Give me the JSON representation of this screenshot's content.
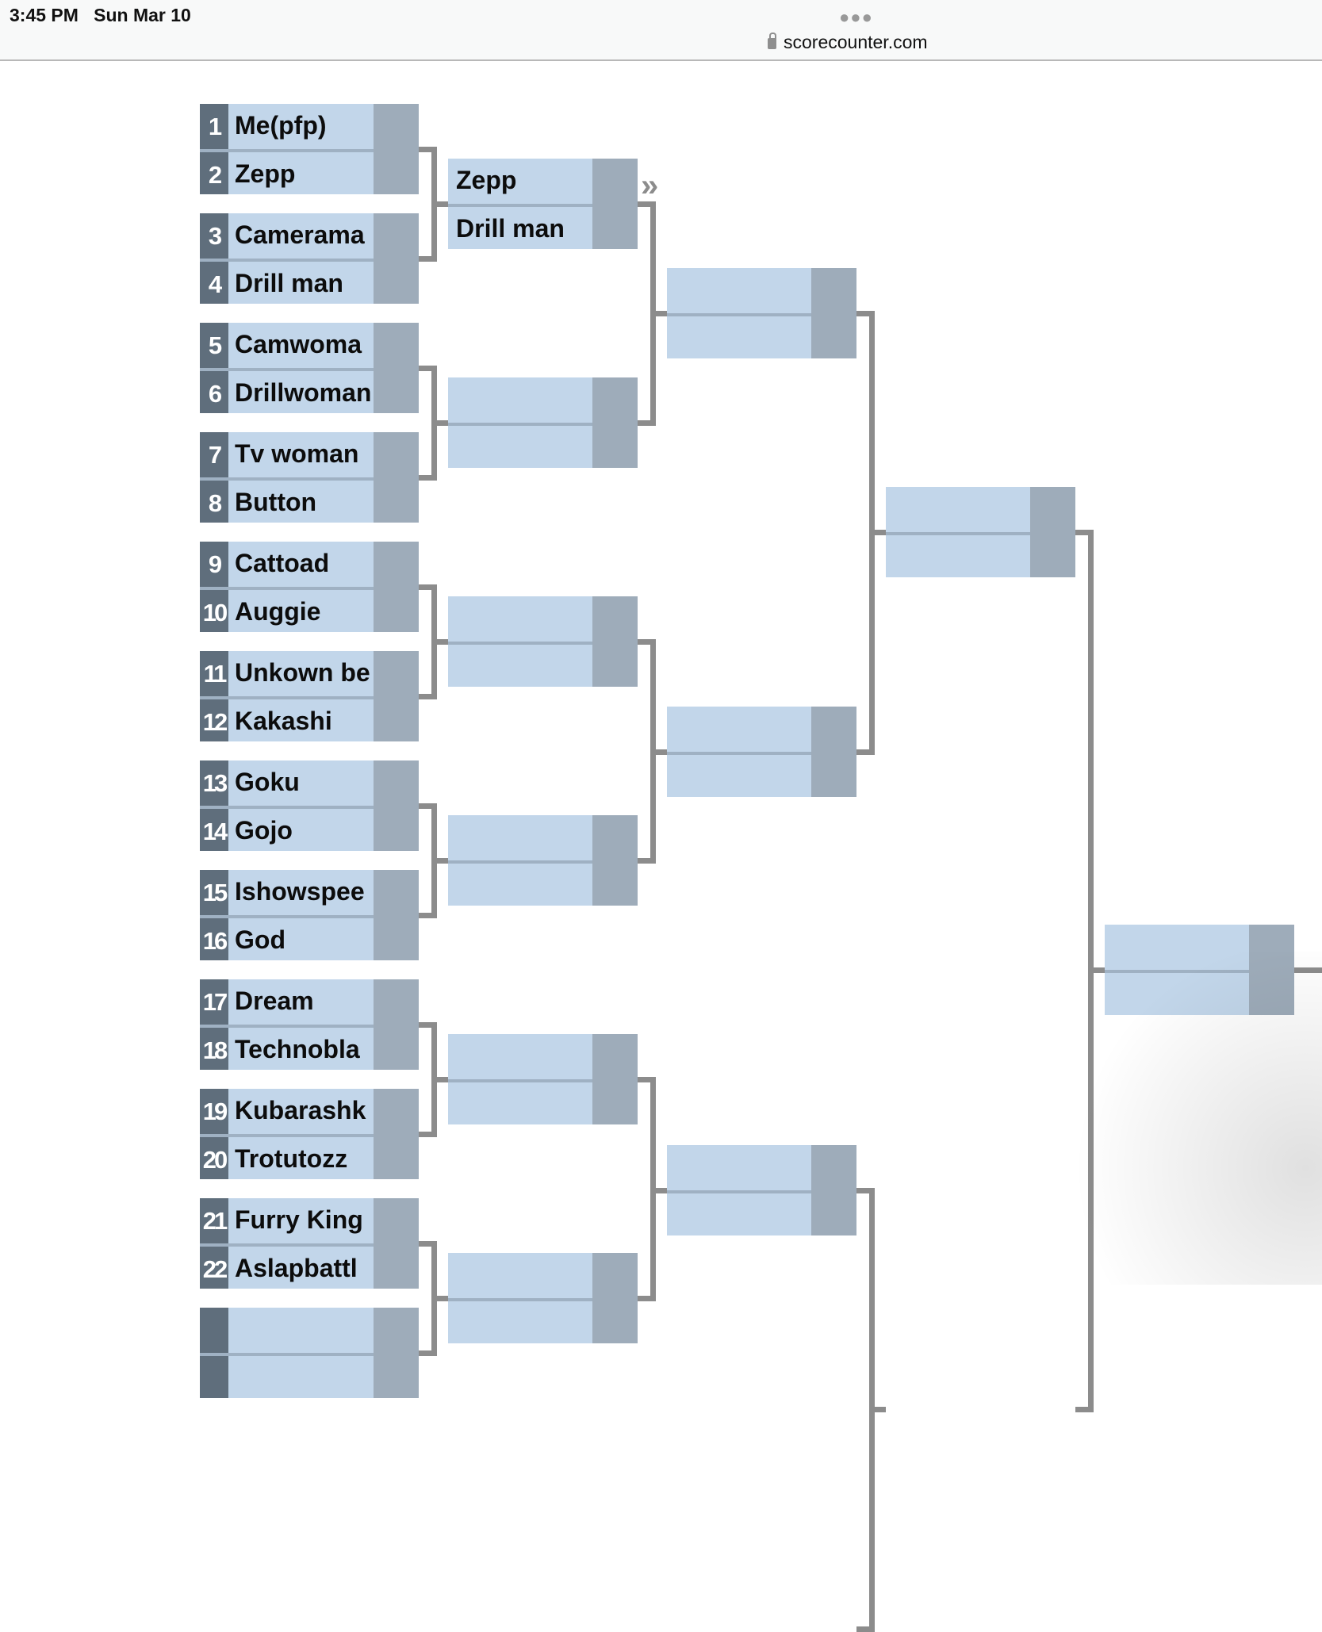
{
  "status_bar": {
    "time": "3:45 PM",
    "date": "Sun Mar 10",
    "menu_icon": "more-dots-icon"
  },
  "browser": {
    "url": "scorecounter.com",
    "lock_icon": "lock-icon"
  },
  "colors": {
    "name_bg": "#c2d6ea",
    "score_bg": "#9eacba",
    "seed_bg": "#5f6e7c",
    "connector": "#8c8c8c"
  },
  "bracket": {
    "advance_icon": "double-chevron-right-icon",
    "advance_glyph": "»",
    "rounds": [
      {
        "matches": [
          [
            {
              "seed": "1",
              "name": "Me(pfp)"
            },
            {
              "seed": "2",
              "name": "Zepp"
            }
          ],
          [
            {
              "seed": "3",
              "name": "Camerama"
            },
            {
              "seed": "4",
              "name": "Drill man"
            }
          ],
          [
            {
              "seed": "5",
              "name": "Camwoma"
            },
            {
              "seed": "6",
              "name": "Drillwoman"
            }
          ],
          [
            {
              "seed": "7",
              "name": "Tv woman"
            },
            {
              "seed": "8",
              "name": "Button"
            }
          ],
          [
            {
              "seed": "9",
              "name": "Cattoad"
            },
            {
              "seed": "10",
              "name": "Auggie"
            }
          ],
          [
            {
              "seed": "11",
              "name": "Unkown be"
            },
            {
              "seed": "12",
              "name": "Kakashi"
            }
          ],
          [
            {
              "seed": "13",
              "name": "Goku"
            },
            {
              "seed": "14",
              "name": "Gojo"
            }
          ],
          [
            {
              "seed": "15",
              "name": "Ishowspee"
            },
            {
              "seed": "16",
              "name": "God"
            }
          ],
          [
            {
              "seed": "17",
              "name": "Dream"
            },
            {
              "seed": "18",
              "name": "Technobla"
            }
          ],
          [
            {
              "seed": "19",
              "name": "Kubarashk"
            },
            {
              "seed": "20",
              "name": "Trotutozz"
            }
          ],
          [
            {
              "seed": "21",
              "name": "Furry King"
            },
            {
              "seed": "22",
              "name": "Aslapbattl"
            }
          ]
        ]
      },
      {
        "matches": [
          [
            {
              "name": "Zepp"
            },
            {
              "name": "Drill man"
            }
          ],
          [
            {
              "name": ""
            },
            {
              "name": ""
            }
          ],
          [
            {
              "name": ""
            },
            {
              "name": ""
            }
          ],
          [
            {
              "name": ""
            },
            {
              "name": ""
            }
          ],
          [
            {
              "name": ""
            },
            {
              "name": ""
            }
          ],
          [
            {
              "name": ""
            },
            {
              "name": ""
            }
          ]
        ]
      },
      {
        "matches": [
          [
            {
              "name": ""
            },
            {
              "name": ""
            }
          ],
          [
            {
              "name": ""
            },
            {
              "name": ""
            }
          ],
          [
            {
              "name": ""
            },
            {
              "name": ""
            }
          ]
        ]
      },
      {
        "matches": [
          [
            {
              "name": ""
            },
            {
              "name": ""
            }
          ]
        ]
      },
      {
        "matches": [
          [
            {
              "name": ""
            },
            {
              "name": ""
            }
          ]
        ]
      }
    ]
  }
}
